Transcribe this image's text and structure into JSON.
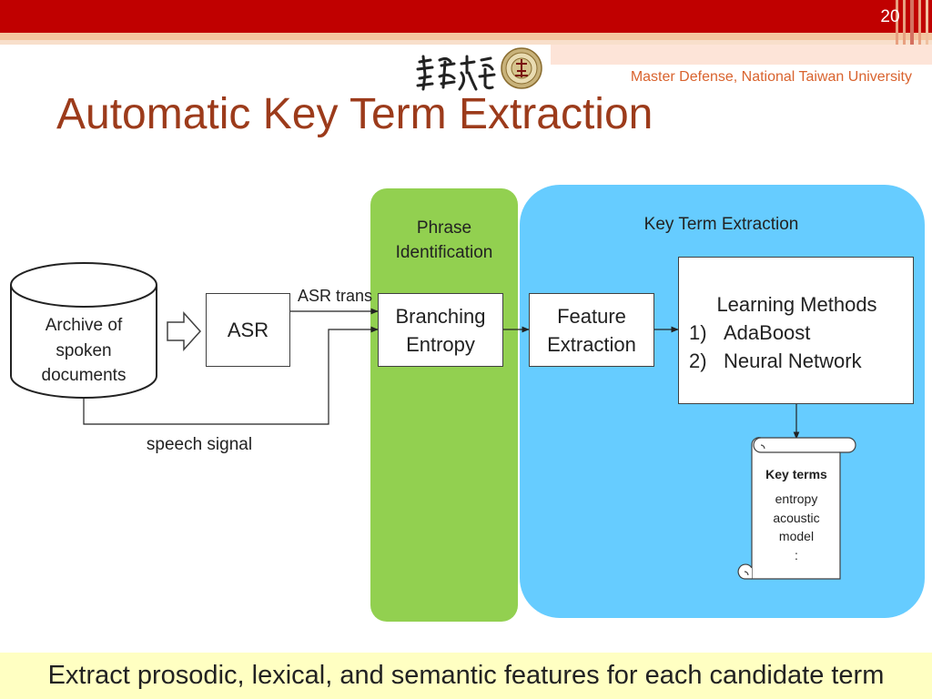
{
  "header": {
    "slide_number": "20",
    "subtitle": "Master Defense, National Taiwan University",
    "logo_text": "臺灣大學"
  },
  "slide": {
    "title": "Automatic Key Term Extraction",
    "footer": "Extract prosodic, lexical, and semantic features for each candidate term"
  },
  "diagram": {
    "archive": [
      "Archive of",
      "spoken",
      "documents"
    ],
    "asr": "ASR",
    "asr_trans": "ASR trans",
    "speech_signal": "speech signal",
    "phrase_id": [
      "Phrase",
      "Identification"
    ],
    "branching": [
      "Branching",
      "Entropy"
    ],
    "key_term_extraction": "Key Term Extraction",
    "feature": [
      "Feature",
      "Extraction"
    ],
    "learning": {
      "heading": "Learning Methods",
      "items": [
        {
          "num": "1)",
          "text": "AdaBoost"
        },
        {
          "num": "2)",
          "text": "Neural Network"
        }
      ]
    },
    "key_terms": {
      "heading": "Key terms",
      "items": [
        "entropy",
        "acoustic",
        "model",
        ":"
      ]
    }
  },
  "colors": {
    "top_bar": "#c00000",
    "title": "#9c3b1b",
    "subtitle": "#d9632e",
    "phrase_panel": "#92d050",
    "extraction_panel": "#66ccff",
    "footer_bg": "#ffffc2"
  }
}
